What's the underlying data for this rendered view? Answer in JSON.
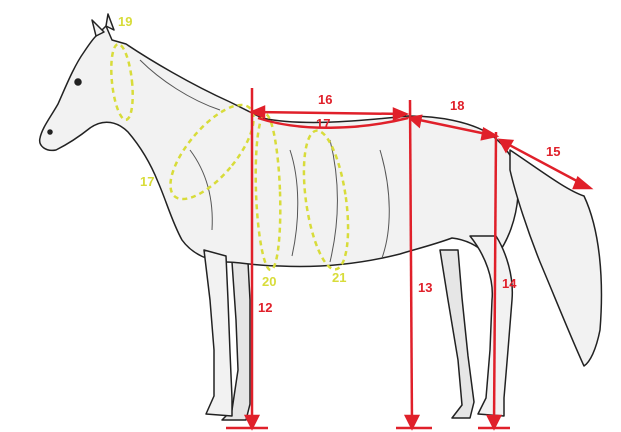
{
  "colors": {
    "measure_line": "#e0202a",
    "girth_line": "#d8dc3a",
    "horse_fill": "#f2f2f2",
    "horse_stroke": "#222222"
  },
  "illustration": {
    "subject_icon": "horse-silhouette-icon"
  },
  "labels": {
    "neck_top": "19",
    "neck_base": "17",
    "chest_girth": "20",
    "belly_girth": "21",
    "body_length": "16",
    "back_line": "17",
    "croup_length": "18",
    "tail_length": "15",
    "withers_height": "12",
    "croup_height": "13",
    "tail_base_height": "14"
  }
}
